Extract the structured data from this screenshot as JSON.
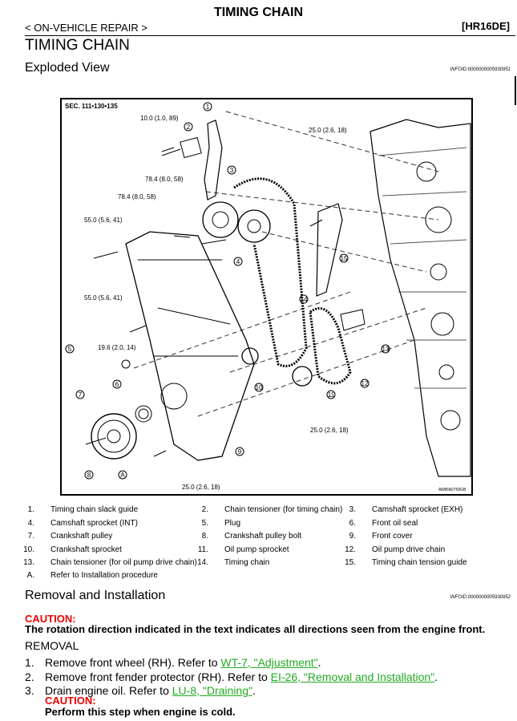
{
  "header": {
    "title": "TIMING CHAIN",
    "breadcrumb": "< ON-VEHICLE REPAIR >",
    "engine_code": "[HR16DE]"
  },
  "section_title": "TIMING CHAIN",
  "exploded_view": {
    "heading": "Exploded View",
    "info_id": "INFOID:0000000005930951",
    "figure": {
      "sec": "SEC. 111•130•135",
      "figure_id": "AWBIA0759GB",
      "torques": [
        "10.0 (1.0, 89)",
        "78.4 (8.0, 58)",
        "78.4 (8.0, 58)",
        "55.0 (5.6, 41)",
        "55.0 (5.6, 41)",
        "19.6 (2.0, 14)",
        "25.0 (2.6, 18)",
        "25.0 (2.6, 18)",
        "25.0 (2.6, 18)"
      ],
      "callouts": [
        "1",
        "2",
        "3",
        "4",
        "5",
        "6",
        "7",
        "8",
        "9",
        "10",
        "11",
        "12",
        "13",
        "14",
        "15"
      ],
      "ref_letter": "A"
    },
    "legend": [
      {
        "num": "1.",
        "text": "Timing chain slack guide"
      },
      {
        "num": "2.",
        "text": "Chain tensioner (for timing chain)"
      },
      {
        "num": "3.",
        "text": "Camshaft sprocket (EXH)"
      },
      {
        "num": "4.",
        "text": "Camshaft sprocket (INT)"
      },
      {
        "num": "5.",
        "text": "Plug"
      },
      {
        "num": "6.",
        "text": "Front oil seal"
      },
      {
        "num": "7.",
        "text": "Crankshaft pulley"
      },
      {
        "num": "8.",
        "text": "Crankshaft pulley bolt"
      },
      {
        "num": "9.",
        "text": "Front cover"
      },
      {
        "num": "10.",
        "text": "Crankshaft sprocket"
      },
      {
        "num": "11.",
        "text": "Oil pump sprocket"
      },
      {
        "num": "12.",
        "text": "Oil pump drive chain"
      },
      {
        "num": "13.",
        "text": "Chain tensioner (for oil pump drive chain)"
      },
      {
        "num": "14.",
        "text": "Timing chain"
      },
      {
        "num": "15.",
        "text": "Timing chain tension guide"
      },
      {
        "num": "A.",
        "text": "Refer to Installation procedure"
      }
    ]
  },
  "removal_installation": {
    "heading": "Removal and Installation",
    "info_id": "INFOID:0000000005930952",
    "caution_label": "CAUTION:",
    "caution_text": "The rotation direction indicated in the text indicates all directions seen from the engine front.",
    "removal_label": "REMOVAL",
    "steps": [
      {
        "num": "1.",
        "text": "Remove front wheel (RH). Refer to ",
        "link": "WT-7, \"Adjustment\"",
        "after": "."
      },
      {
        "num": "2.",
        "text": "Remove front fender protector (RH). Refer to  ",
        "link": "EI-26, \"Removal and Installation\"",
        "after": "."
      },
      {
        "num": "3.",
        "text": "Drain engine oil. Refer to ",
        "link": "LU-8, \"Draining\"",
        "after": "."
      }
    ],
    "step3_caution_label": "CAUTION:",
    "step3_caution_text": "Perform this step when engine is cold."
  },
  "colors": {
    "caution": "#e00000",
    "link": "#22aa22"
  }
}
